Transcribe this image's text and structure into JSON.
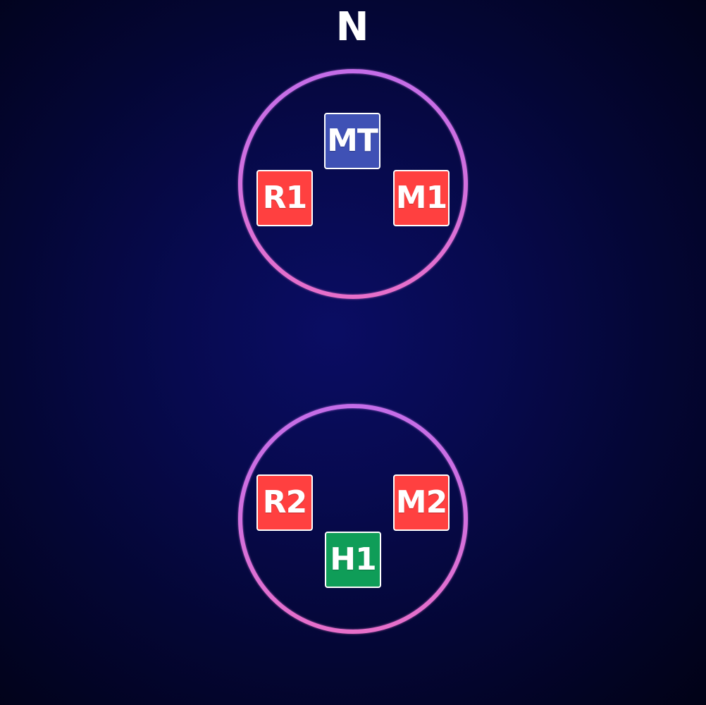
{
  "compass": {
    "north_label": "N"
  },
  "colors": {
    "tank": "#3f51b5",
    "dps": "#ff4040",
    "healer": "#0f9d58",
    "ring_top": "#c36ee6",
    "ring_bottom": "#e46ec8",
    "background": "#070a4f"
  },
  "groups": [
    {
      "markers": [
        {
          "label": "MT",
          "role": "tank"
        },
        {
          "label": "R1",
          "role": "dps"
        },
        {
          "label": "M1",
          "role": "dps"
        }
      ]
    },
    {
      "markers": [
        {
          "label": "R2",
          "role": "dps"
        },
        {
          "label": "M2",
          "role": "dps"
        },
        {
          "label": "H1",
          "role": "healer"
        }
      ]
    }
  ]
}
